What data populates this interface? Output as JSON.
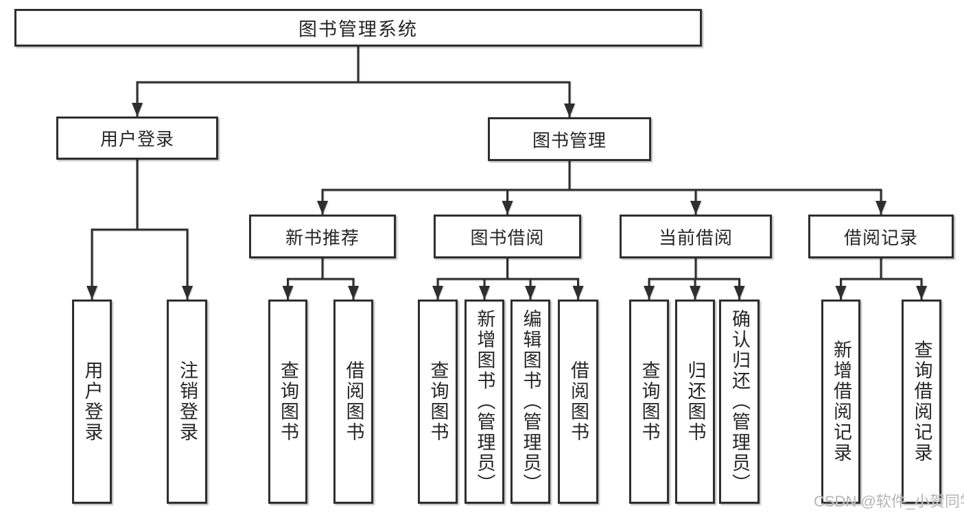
{
  "root": {
    "label": "图书管理系统"
  },
  "branches": [
    {
      "label": "用户登录",
      "leaves": [
        "用户登录",
        "注销登录"
      ]
    },
    {
      "label": "图书管理",
      "groups": [
        {
          "label": "新书推荐",
          "leaves": [
            "查询图书",
            "借阅图书"
          ]
        },
        {
          "label": "图书借阅",
          "leaves": [
            "查询图书",
            "新增图书（管理员）",
            "编辑图书（管理员）",
            "借阅图书"
          ]
        },
        {
          "label": "当前借阅",
          "leaves": [
            "查询图书",
            "归还图书",
            "确认归还（管理员）"
          ]
        },
        {
          "label": "借阅记录",
          "leaves": [
            "新增借阅记录",
            "查询借阅记录"
          ]
        }
      ]
    }
  ],
  "watermark": "CSDN @软件_小贺同学",
  "colors": {
    "line": "#2e2e2e",
    "text": "#262626",
    "background": "#ffffff",
    "watermark": "#b5b5b5"
  }
}
